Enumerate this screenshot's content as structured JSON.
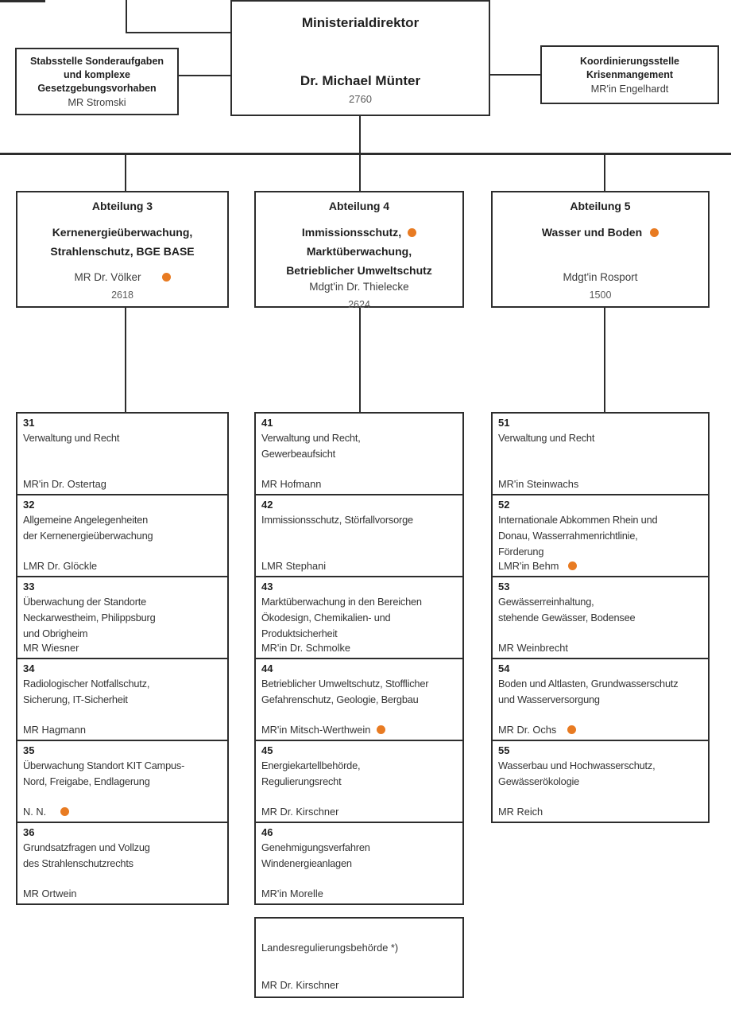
{
  "colors": {
    "dot": "#e87b22",
    "line": "#2d2d2d"
  },
  "top": {
    "director": {
      "title": "Ministerialdirektor",
      "name": "Dr. Michael Münter",
      "phone": "2760"
    },
    "staff_unit": {
      "line1": "Stabsstelle Sonderaufgaben",
      "line2": "und komplexe",
      "line3": "Gesetzgebungsvorhaben",
      "person": "MR Stromski"
    },
    "coordination_unit": {
      "line1": "Koordinierungsstelle",
      "line2": "Krisenmangement",
      "person": "MR'in Engelhardt"
    }
  },
  "departments": [
    {
      "label": "Abteilung 3",
      "title_lines": [
        "Kernenergieüberwachung,",
        "Strahlenschutz, BGE BASE"
      ],
      "title_dot": false,
      "person": "MR Dr. Völker",
      "person_dot": true,
      "phone": "2618",
      "units": [
        {
          "number": "31",
          "tasks": [
            "Verwaltung und Recht"
          ],
          "person": "MR'in Dr. Ostertag",
          "person_dot": false
        },
        {
          "number": "32",
          "tasks": [
            "Allgemeine Angelegenheiten",
            "der Kernenergieüberwachung"
          ],
          "person": "LMR Dr. Glöckle",
          "person_dot": false
        },
        {
          "number": "33",
          "tasks": [
            "Überwachung der Standorte",
            "Neckarwestheim, Philippsburg",
            "und Obrigheim"
          ],
          "person": "MR Wiesner",
          "person_dot": false
        },
        {
          "number": "34",
          "tasks": [
            "Radiologischer Notfallschutz,",
            "Sicherung, IT-Sicherheit"
          ],
          "person": "MR Hagmann",
          "person_dot": false
        },
        {
          "number": "35",
          "tasks": [
            "Überwachung Standort KIT Campus-",
            "Nord, Freigabe, Endlagerung"
          ],
          "person": "N. N.",
          "person_dot": true
        },
        {
          "number": "36",
          "tasks": [
            "Grundsatzfragen und Vollzug",
            "des Strahlenschutzrechts"
          ],
          "person": "MR Ortwein",
          "person_dot": false
        }
      ]
    },
    {
      "label": "Abteilung 4",
      "title_lines": [
        "Immissionsschutz,",
        "Marktüberwachung,",
        "Betrieblicher Umweltschutz"
      ],
      "title_dot": true,
      "person": "Mdgt'in Dr. Thielecke",
      "person_dot": false,
      "phone": "2624",
      "units": [
        {
          "number": "41",
          "tasks": [
            "Verwaltung und Recht,",
            "Gewerbeaufsicht"
          ],
          "person": "MR Hofmann",
          "person_dot": false
        },
        {
          "number": "42",
          "tasks": [
            "Immissionsschutz, Störfallvorsorge"
          ],
          "person": "LMR Stephani",
          "person_dot": false
        },
        {
          "number": "43",
          "tasks": [
            "Marktüberwachung in den Bereichen",
            "Ökodesign, Chemikalien- und",
            "Produktsicherheit"
          ],
          "person": "MR'in Dr. Schmolke",
          "person_dot": false
        },
        {
          "number": "44",
          "tasks": [
            "Betrieblicher Umweltschutz, Stofflicher",
            "Gefahrenschutz, Geologie, Bergbau"
          ],
          "person": "MR'in Mitsch-Werthwein",
          "person_dot": true
        },
        {
          "number": "45",
          "tasks": [
            "Energiekartellbehörde,",
            "Regulierungsrecht"
          ],
          "person": "MR Dr. Kirschner",
          "person_dot": false
        },
        {
          "number": "46",
          "tasks": [
            "Genehmigungsverfahren",
            "Windenergieanlagen"
          ],
          "person": "MR'in Morelle",
          "person_dot": false
        }
      ]
    },
    {
      "label": "Abteilung 5",
      "title_lines": [
        "Wasser und Boden"
      ],
      "title_dot": true,
      "person": "Mdgt'in Rosport",
      "person_dot": false,
      "phone": "1500",
      "units": [
        {
          "number": "51",
          "tasks": [
            "Verwaltung und Recht"
          ],
          "person": "MR'in Steinwachs",
          "person_dot": false
        },
        {
          "number": "52",
          "tasks": [
            "Internationale Abkommen Rhein und",
            "Donau, Wasserrahmenrichtlinie,",
            "Förderung"
          ],
          "person": "LMR'in Behm",
          "person_dot": true
        },
        {
          "number": "53",
          "tasks": [
            "Gewässerreinhaltung,",
            "stehende Gewässer, Bodensee"
          ],
          "person": "MR Weinbrecht",
          "person_dot": false
        },
        {
          "number": "54",
          "tasks": [
            "Boden und Altlasten, Grundwasserschutz",
            "und Wasserversorgung"
          ],
          "person": "MR Dr. Ochs",
          "person_dot": true
        },
        {
          "number": "55",
          "tasks": [
            "Wasserbau und Hochwasserschutz,",
            "Gewässerökologie"
          ],
          "person": "MR Reich",
          "person_dot": false
        }
      ]
    }
  ],
  "special_unit": {
    "title": "Landesregulierungsbehörde *)",
    "person": "MR Dr. Kirschner"
  }
}
